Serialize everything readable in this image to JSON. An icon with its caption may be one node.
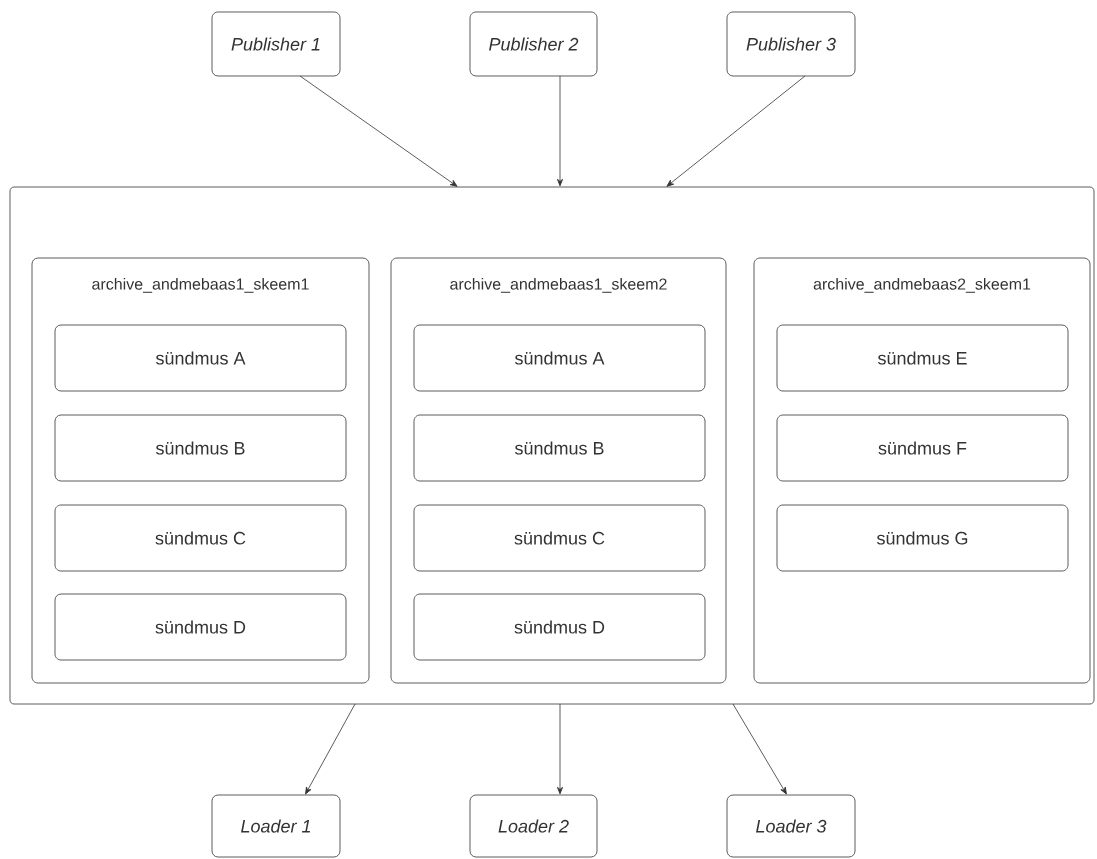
{
  "diagram": {
    "nodes": [
      {
        "text": [
          "*Publisher 1*"
        ]
      },
      {
        "text": [
          "*Publisher 2*"
        ]
      },
      {
        "text": [
          "*Publisher 3*"
        ]
      },
      {
        "text": [],
        "shape": "box"
      },
      {
        "text": [
          "archive_andmebaas1_skeem1"
        ],
        "in": 3
      },
      {
        "text": [
          "sündmus A"
        ],
        "in": 4
      },
      {
        "text": [
          "sündmus B"
        ],
        "in": 4
      },
      {
        "text": [
          "sündmus C"
        ],
        "in": 4
      },
      {
        "text": [
          "sündmus D"
        ],
        "in": 4
      },
      {
        "text": [
          "archive_andmebaas1_skeem2"
        ],
        "in": 3
      },
      {
        "text": [
          "sündmus A"
        ],
        "in": 9
      },
      {
        "text": [
          "sündmus B"
        ],
        "in": 9
      },
      {
        "text": [
          "sündmus C"
        ],
        "in": 9
      },
      {
        "text": [
          "sündmus D"
        ],
        "in": 9
      },
      {
        "text": [
          "archive_andmebaas2_skeem1"
        ],
        "in": 3
      },
      {
        "text": [
          "sündmus E"
        ],
        "in": 14
      },
      {
        "text": [
          "sündmus F"
        ],
        "in": 14
      },
      {
        "text": [
          "sündmus G"
        ],
        "in": 14
      },
      {
        "text": [
          "*Loader 1*"
        ]
      },
      {
        "text": [
          "*Loader 2*"
        ]
      },
      {
        "text": [
          "*Loader 3*"
        ]
      }
    ],
    "edges": [
      {
        "from": 0,
        "to": 3,
        "arrow": "to"
      },
      {
        "from": 1,
        "to": 3,
        "arrow": "to"
      },
      {
        "from": 2,
        "to": 3,
        "arrow": "to"
      },
      {
        "from": 3,
        "to": 18,
        "arrow": "to"
      },
      {
        "from": 3,
        "to": 19,
        "arrow": "to"
      },
      {
        "from": 3,
        "to": 20,
        "arrow": "to"
      }
    ]
  }
}
